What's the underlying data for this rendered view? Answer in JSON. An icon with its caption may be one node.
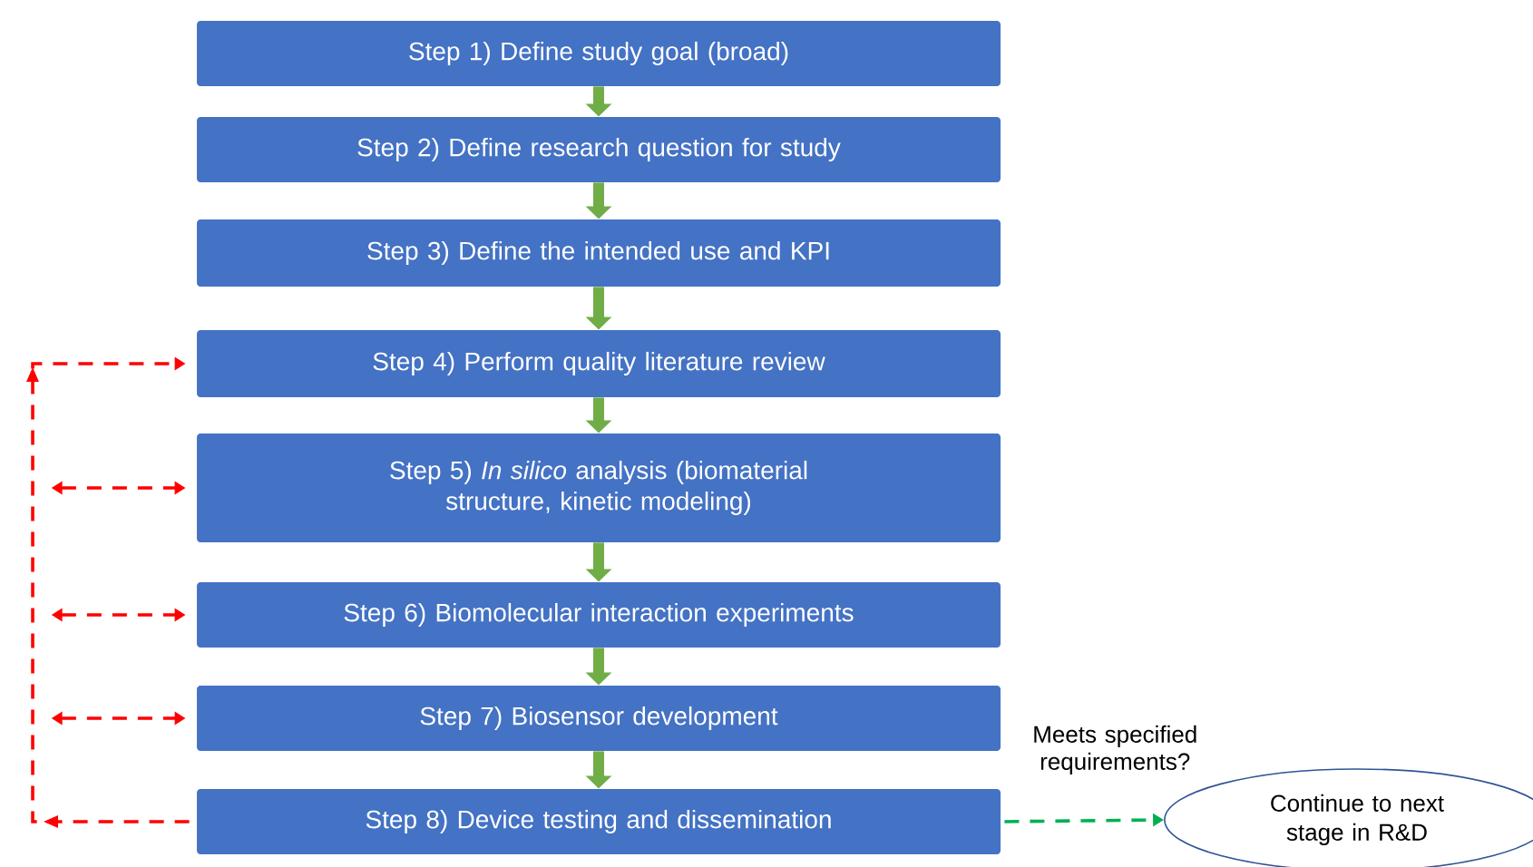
{
  "diagram": {
    "nodes": [
      {
        "text": [
          "Step 1) Define study goal (broad)"
        ]
      },
      {
        "text": [
          "Step 2) Define research question for study"
        ]
      },
      {
        "text": [
          "Step 3) Define the intended use and KPI"
        ]
      },
      {
        "text": [
          "Step 4) Perform quality literature review"
        ]
      },
      {
        "text": [
          "Step 5) *In silico* analysis (biomaterial structure, kinetic modeling)"
        ]
      },
      {
        "text": [
          "Step 6) Biomolecular interaction experiments"
        ]
      },
      {
        "text": [
          "Step 7) Biosensor development"
        ]
      },
      {
        "text": [
          "Step 8) Device testing and dissemination"
        ]
      },
      {
        "text": [
          "Continue to next stage in R&D"
        ]
      }
    ],
    "edges": [
      {
        "from": 0,
        "to": 1,
        "arrow": "to"
      },
      {
        "from": 1,
        "to": 2,
        "arrow": "to"
      },
      {
        "from": 2,
        "to": 3,
        "arrow": "to"
      },
      {
        "from": 3,
        "to": 4,
        "arrow": "to"
      },
      {
        "from": 4,
        "to": 5,
        "arrow": "to"
      },
      {
        "from": 5,
        "to": 6,
        "arrow": "to"
      },
      {
        "from": 6,
        "to": 7,
        "arrow": "to"
      },
      {
        "from": 7,
        "to": 3,
        "arrow": "to",
        "style": "dashed",
        "color": "#ff0000"
      },
      {
        "from": null,
        "to": 4,
        "arrow": "both",
        "style": "dashed",
        "color": "#ff0000"
      },
      {
        "from": null,
        "to": 5,
        "arrow": "both",
        "style": "dashed",
        "color": "#ff0000"
      },
      {
        "from": null,
        "to": 6,
        "arrow": "both",
        "style": "dashed",
        "color": "#ff0000"
      },
      {
        "from": 7,
        "to": 8,
        "arrow": "to",
        "style": "dashed",
        "color": "#00b050",
        "label": "Meets specified requirements?"
      }
    ]
  }
}
